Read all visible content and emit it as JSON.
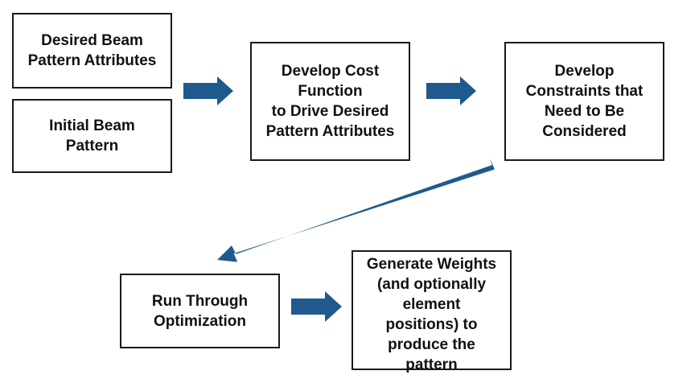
{
  "colors": {
    "arrow": "#1f5a8c",
    "border": "#1a1a1a",
    "text": "#111111"
  },
  "boxes": {
    "desired_attributes": {
      "lines": [
        "Desired Beam",
        "Pattern Attributes"
      ]
    },
    "initial_pattern": {
      "lines": [
        "Initial Beam",
        "Pattern"
      ]
    },
    "cost_function": {
      "lines": [
        "Develop Cost",
        "Function",
        "to Drive Desired",
        "Pattern Attributes"
      ]
    },
    "constraints": {
      "lines": [
        "Develop",
        "Constraints that",
        "Need to Be",
        "Considered"
      ]
    },
    "optimization": {
      "lines": [
        "Run Through",
        "Optimization"
      ]
    },
    "generate_weights": {
      "lines": [
        "Generate Weights",
        "(and optionally",
        "element",
        "positions) to",
        "produce the",
        "pattern"
      ]
    }
  }
}
